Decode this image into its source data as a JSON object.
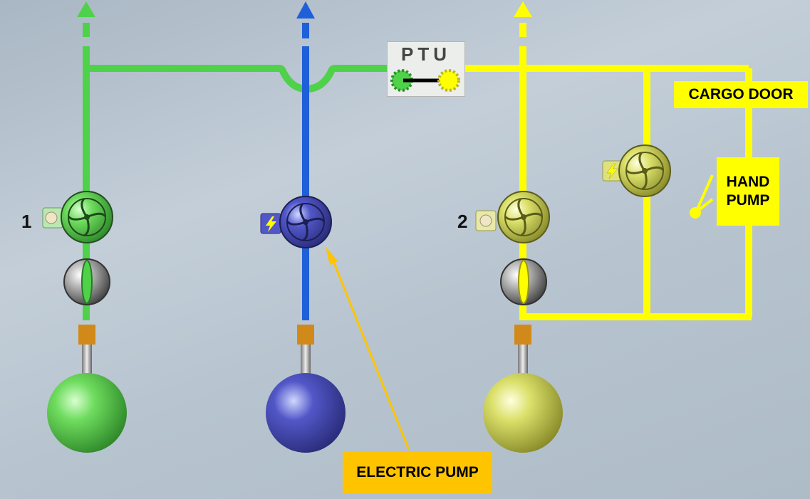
{
  "colors": {
    "green": "#4fd14a",
    "blue": "#1f5fd8",
    "yellow": "#ffff00",
    "callout_orange": "#ffc400"
  },
  "systems": [
    {
      "id": "green",
      "number": "1",
      "color": "#4fd14a"
    },
    {
      "id": "blue",
      "number": "",
      "color": "#1f5fd8"
    },
    {
      "id": "yellow",
      "number": "2",
      "color": "#ffff00"
    }
  ],
  "ptu": {
    "label": "PTU"
  },
  "labels": {
    "cargo_door": "CARGO DOOR",
    "hand_pump_line1": "HAND",
    "hand_pump_line2": "PUMP",
    "electric_pump": "ELECTRIC PUMP"
  },
  "icons": {
    "engine_pump": "pump-fan-icon",
    "electric": "lightning-icon",
    "reservoir": "reservoir-sphere-icon",
    "valve": "fire-valve-icon"
  }
}
